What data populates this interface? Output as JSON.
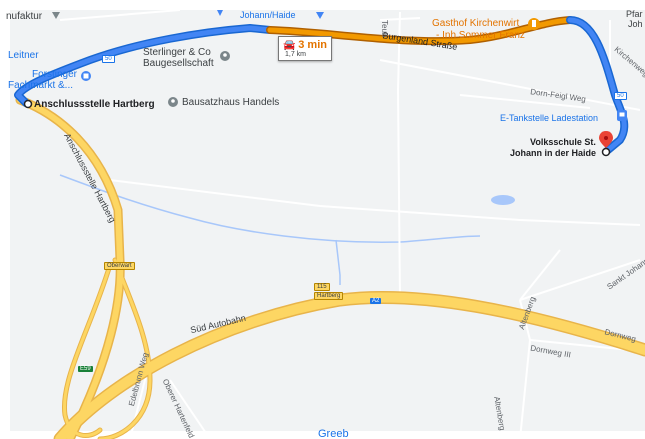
{
  "route": {
    "time": "3 min",
    "distance": "1,7 km",
    "route_color": "#1a73e8",
    "traffic_color": "#e37400"
  },
  "places": {
    "start": "Anschlussstelle Hartberg",
    "destination_line1": "Volksschule St.",
    "destination_line2": "Johann in der Haide",
    "poi_sterlinger_1": "Sterlinger & Co",
    "poi_sterlinger_2": "Baugesellschaft",
    "poi_bausatzhaus": "Bausatzhaus Handels",
    "poi_gasthof_1": "Gasthof Kirchenwirt",
    "poi_gasthof_2": "- Inh Sommer Franz",
    "poi_etankstelle": "E-Tankstelle Ladestation",
    "poi_forstinger_1": "Forstinger",
    "poi_forstinger_2": "Fachmarkt &...",
    "poi_leitner": "Leitner",
    "poi_manufaktur": "nufaktur",
    "poi_johann_haide": "Johann/Haide",
    "poi_pfarr_1": "Pfar",
    "poi_pfarr_2": "Joh"
  },
  "roads": {
    "burgenland": "Burgenland Straße",
    "sued_autobahn": "Süd Autobahn",
    "anschluss": "Anschlussstelle Hartberg",
    "dorn_feigl": "Dorn-Feigl Weg",
    "dornweg": "Dornweg",
    "dornweg_iii": "Dornweg III",
    "altenberg1": "Altenberg",
    "altenberg2": "Altenberg",
    "sankt_johann": "Sankt Johann",
    "kirchenweg": "Kirchenweg",
    "edelbrunn": "Edelbrunn Weg",
    "ober_hartenfeld": "Oberer Hartenfeld",
    "teub": "Teub"
  },
  "badges": {
    "oberwart": "Oberwart",
    "hartberg": "Hartberg",
    "r115": "115",
    "a2": "A2",
    "e59": "E59",
    "b50a": "50",
    "b50b": "50"
  },
  "bottom_label": "Greeb"
}
